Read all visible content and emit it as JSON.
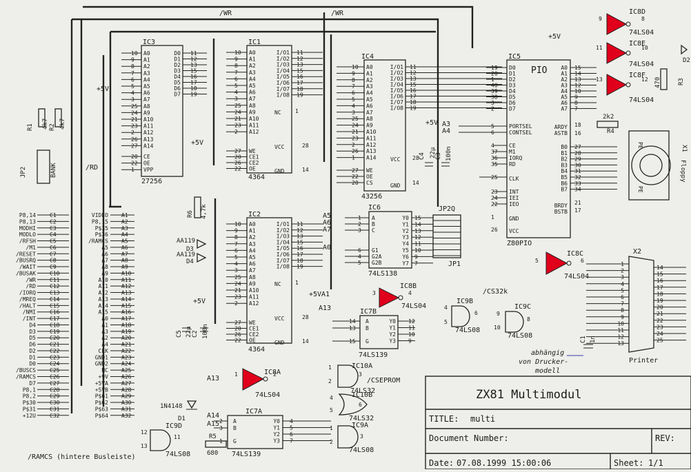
{
  "colors": {
    "paper": "#eeeeea",
    "ink": "#1a1a1a",
    "gate_fill": "#e0001b",
    "annotation_ink": "#3a3aa8"
  },
  "net_labels": {
    "wr_left": "/WR",
    "wr_right": "/WR",
    "rd": "/RD",
    "plus5v_top": "+5V",
    "plus5v_a": "+5V",
    "plus5v_b": "+5V",
    "plus5v_c": "+5V",
    "plus5v_d": "+5V",
    "plus5v_ic2": "+5V",
    "cs32k": "/CS32k",
    "cseprom": "/CSEPROM",
    "ramcs_rear": "/RAMCS (hintere Busleiste)",
    "a13": "A13",
    "a14": "A14",
    "a15": "A15",
    "a0": "A0",
    "a3": "A3",
    "a4": "A4",
    "a5": "A5",
    "a6": "A6",
    "a7": "A7",
    "a1": "A1",
    "a13b": "A13"
  },
  "chips": {
    "ic3": {
      "ref": "IC3",
      "part": "27256",
      "left_pins": [
        "A0",
        "A1",
        "A2",
        "A3",
        "A4",
        "A5",
        "A6",
        "A7",
        "A8",
        "A9",
        "A10",
        "A11",
        "A12",
        "A13",
        "A14"
      ],
      "left_nums": [
        "10",
        "9",
        "8",
        "7",
        "6",
        "5",
        "4",
        "3",
        "25",
        "24",
        "21",
        "23",
        "2",
        "26",
        "27"
      ],
      "right_pins": [
        "D0",
        "D1",
        "D2",
        "D3",
        "D4",
        "D5",
        "D6",
        "D7"
      ],
      "right_nums": [
        "11",
        "12",
        "13",
        "15",
        "16",
        "17",
        "18",
        "19"
      ],
      "ctrl_pins": [
        "CE",
        "OE",
        "VPP"
      ],
      "ctrl_nums": [
        "20",
        "22",
        "1"
      ]
    },
    "ic1": {
      "ref": "IC1",
      "part": "4364",
      "left_pins": [
        "A0",
        "A1",
        "A2",
        "A3",
        "A4",
        "A5",
        "A6",
        "A7",
        "A8",
        "A9",
        "A10",
        "A11",
        "A12"
      ],
      "left_nums": [
        "10",
        "9",
        "8",
        "7",
        "6",
        "5",
        "4",
        "3",
        "25",
        "24",
        "21",
        "23",
        "2"
      ],
      "right_pins": [
        "I/O1",
        "I/O2",
        "I/O3",
        "I/O4",
        "I/O5",
        "I/O6",
        "I/O7",
        "I/O8"
      ],
      "right_nums": [
        "11",
        "12",
        "13",
        "15",
        "16",
        "17",
        "18",
        "19"
      ],
      "nc": "NC",
      "vcc": "VCC",
      "gnd": "GND",
      "ctrl_pins": [
        "WE",
        "CE1",
        "CE2",
        "OE"
      ],
      "ctrl_nums": [
        "27",
        "20",
        "26",
        "22"
      ],
      "vcc_num": "28",
      "gnd_num": "14",
      "nc_num": "1"
    },
    "ic2": {
      "ref": "IC2",
      "part": "4364",
      "left_pins": [
        "A0",
        "A1",
        "A2",
        "A3",
        "A4",
        "A5",
        "A6",
        "A7",
        "A8",
        "A9",
        "A10",
        "A11",
        "A12"
      ],
      "left_nums": [
        "10",
        "9",
        "8",
        "7",
        "6",
        "5",
        "4",
        "3",
        "25",
        "24",
        "21",
        "23",
        "2"
      ],
      "right_pins": [
        "I/O1",
        "I/O2",
        "I/O3",
        "I/O4",
        "I/O5",
        "I/O6",
        "I/O7",
        "I/O8"
      ],
      "right_nums": [
        "11",
        "12",
        "13",
        "15",
        "16",
        "17",
        "18",
        "19"
      ],
      "nc": "NC",
      "vcc": "VCC",
      "gnd": "GND",
      "ctrl_pins": [
        "WE",
        "CE1",
        "CE2",
        "OE"
      ],
      "ctrl_nums": [
        "27",
        "20",
        "26",
        "22"
      ],
      "vcc_num": "28",
      "gnd_num": "14",
      "nc_num": "1"
    },
    "ic4": {
      "ref": "IC4",
      "part": "43256",
      "left_pins": [
        "A0",
        "A1",
        "A2",
        "A3",
        "A4",
        "A5",
        "A6",
        "A7",
        "A8",
        "A9",
        "A10",
        "A11",
        "A12",
        "A13",
        "A14"
      ],
      "left_nums": [
        "10",
        "9",
        "8",
        "7",
        "6",
        "5",
        "4",
        "3",
        "25",
        "24",
        "21",
        "23",
        "2",
        "26",
        "1"
      ],
      "right_pins": [
        "I/O1",
        "I/O2",
        "I/O3",
        "I/O4",
        "I/O5",
        "I/O6",
        "I/O7",
        "I/O8"
      ],
      "right_nums": [
        "11",
        "12",
        "13",
        "15",
        "16",
        "17",
        "18",
        "19"
      ],
      "vcc": "VCC",
      "gnd": "GND",
      "ctrl_pins": [
        "WE",
        "OE",
        "CS"
      ],
      "ctrl_nums": [
        "27",
        "22",
        "20"
      ],
      "vcc_num": "28",
      "gnd_num": "14"
    },
    "ic5": {
      "ref": "IC5",
      "title": "PIO",
      "part": "Z80PIO",
      "left_pins": [
        "D0",
        "D1",
        "D2",
        "D3",
        "D4",
        "D5",
        "D6",
        "D7"
      ],
      "left_nums": [
        "19",
        "20",
        "1",
        "40",
        "39",
        "38",
        "3",
        "2"
      ],
      "sel_pins": [
        "PORTSEL",
        "CONTSEL"
      ],
      "sel_nums": [
        "5",
        "6"
      ],
      "ctl_pins": [
        "CE",
        "M1",
        "IORQ",
        "RD"
      ],
      "ctl_nums": [
        "4",
        "37",
        "36",
        "35"
      ],
      "clk": "CLK",
      "clk_num": "25",
      "int_pins": [
        "INT",
        "IEI",
        "IEO"
      ],
      "int_nums": [
        "23",
        "24",
        "22"
      ],
      "gnd": "GND",
      "gnd_num": "1",
      "vcc": "VCC",
      "vcc_num": "26",
      "a_pins": [
        "A0",
        "A1",
        "A2",
        "A3",
        "A4",
        "A5",
        "A6",
        "A7"
      ],
      "a_nums": [
        "15",
        "14",
        "13",
        "12",
        "10",
        "9",
        "8",
        "7"
      ],
      "ardy": "ARDY",
      "astb": "ASTB",
      "ardy_nums": [
        "18",
        "16"
      ],
      "b_pins": [
        "B0",
        "B1",
        "B2",
        "B3",
        "B4",
        "B5",
        "B6",
        "B7"
      ],
      "b_nums": [
        "27",
        "28",
        "29",
        "30",
        "31",
        "32",
        "33",
        "34"
      ],
      "brdy": "BRDY",
      "bstb": "BSTB",
      "brdy_nums": [
        "21",
        "17"
      ]
    },
    "ic6": {
      "ref": "IC6",
      "part": "74LS138",
      "in_pins": [
        "A",
        "B",
        "C",
        "G1",
        "G2A",
        "G2B"
      ],
      "in_nums": [
        "1",
        "2",
        "3",
        "6",
        "4",
        "5"
      ],
      "out_pins": [
        "Y0",
        "Y1",
        "Y2",
        "Y3",
        "Y4",
        "Y5",
        "Y6",
        "Y7"
      ],
      "out_nums": [
        "15",
        "14",
        "13",
        "12",
        "11",
        "10",
        "9",
        "7"
      ]
    },
    "ic7b": {
      "ref": "IC7B",
      "part": "74LS139",
      "in_pins": [
        "A",
        "B",
        "G"
      ],
      "in_nums": [
        "14",
        "13",
        "15"
      ],
      "out_pins": [
        "Y0",
        "Y1",
        "Y2",
        "Y3"
      ],
      "out_nums": [
        "12",
        "11",
        "10",
        "9"
      ]
    },
    "ic7a": {
      "ref": "IC7A",
      "part": "74LS139",
      "in_pins": [
        "A",
        "B",
        "G"
      ],
      "in_nums": [
        "2",
        "3",
        "1"
      ],
      "out_pins": [
        "Y0",
        "Y1",
        "Y2",
        "Y3"
      ],
      "out_nums": [
        "4",
        "5",
        "6",
        "7"
      ]
    }
  },
  "gates": {
    "ic8d": {
      "ref": "IC8D",
      "part": "74LS04",
      "pins": [
        "9",
        "8"
      ]
    },
    "ic8e": {
      "ref": "IC8E",
      "part": "74LS04",
      "pins": [
        "11",
        "10"
      ]
    },
    "ic8f": {
      "ref": "IC8F",
      "part": "74LS04",
      "pins": [
        "13",
        "12"
      ]
    },
    "ic8c": {
      "ref": "IC8C",
      "part": "74LS04",
      "pins": [
        "5",
        "6"
      ]
    },
    "ic8b": {
      "ref": "IC8B",
      "part": "74LS04",
      "pins": [
        "3",
        "4"
      ]
    },
    "ic8a": {
      "ref": "IC8A",
      "part": "74LS04",
      "pins": [
        "1",
        "2"
      ]
    },
    "ic9b": {
      "ref": "IC9B",
      "part": "74LS08",
      "pins": [
        "4",
        "5",
        "6"
      ]
    },
    "ic9c": {
      "ref": "IC9C",
      "part": "74LS08",
      "pins": [
        "9",
        "10",
        "8"
      ]
    },
    "ic9d": {
      "ref": "IC9D",
      "part": "74LS08",
      "pins": [
        "12",
        "13",
        "11"
      ]
    },
    "ic10a": {
      "ref": "IC10A",
      "part": "",
      "pins": [
        "1",
        "2",
        "3"
      ]
    },
    "ic10b": {
      "ref": "IC10B",
      "part": "74LS32",
      "pins": [
        "4",
        "5",
        "6"
      ]
    },
    "ic9a": {
      "ref": "IC9A",
      "part": "74LS08",
      "pins": [
        "1",
        "2",
        "3"
      ]
    }
  },
  "ic10a_part": "74LS32",
  "passives": {
    "r1": "R1",
    "r1v": "4k7",
    "r2": "R2",
    "r2v": "4k7",
    "r3": "R3",
    "r3v": "470",
    "r4": "R4",
    "r4v": "2k2",
    "r5": "R5",
    "r5v": "680",
    "r6": "R6",
    "r6v": "4,7k",
    "c1": "C1",
    "c1v": "1n",
    "c2": "C2",
    "c2v": "100n",
    "c3": "C3",
    "c3v": "100n",
    "c4": "C4",
    "c4v": "22µ",
    "c5": "C5",
    "c5v": "22µ",
    "d1": "D1",
    "d1t": "1N4148",
    "d2": "D2",
    "d3": "D3",
    "d3t": "AA119",
    "d4": "D4",
    "d4t": "AA119",
    "jp2": "JP2",
    "bank": "BANK",
    "jp2q": "JP2Q",
    "jp1": "JP1",
    "x1": "X1",
    "floppy": "Floppy",
    "pe": "PE",
    "x2": "X2",
    "printer": "Printer"
  },
  "bus_left": [
    {
      "sig": "P8,14",
      "pin": "C1"
    },
    {
      "sig": "P8,13",
      "pin": "C2"
    },
    {
      "sig": "MODHI",
      "pin": "C3"
    },
    {
      "sig": "MODLO",
      "pin": "C4"
    },
    {
      "sig": "/RFSH",
      "pin": "C5"
    },
    {
      "sig": "/M1",
      "pin": "C6"
    },
    {
      "sig": "/RESET",
      "pin": "C7"
    },
    {
      "sig": "/BUSRQ",
      "pin": "C8"
    },
    {
      "sig": "/WAIT",
      "pin": "C9"
    },
    {
      "sig": "/BUSAK",
      "pin": "C10"
    },
    {
      "sig": "/WR",
      "pin": "C11"
    },
    {
      "sig": "/RD",
      "pin": "C12"
    },
    {
      "sig": "/IORQ",
      "pin": "C13"
    },
    {
      "sig": "/MREQ",
      "pin": "C14"
    },
    {
      "sig": "/HALT",
      "pin": "C15"
    },
    {
      "sig": "/NMI",
      "pin": "C16"
    },
    {
      "sig": "/INT",
      "pin": "C17"
    },
    {
      "sig": "D4",
      "pin": "C18"
    },
    {
      "sig": "D3",
      "pin": "C19"
    },
    {
      "sig": "D5",
      "pin": "C20"
    },
    {
      "sig": "D6",
      "pin": "C21"
    },
    {
      "sig": "D2",
      "pin": "C22"
    },
    {
      "sig": "D1",
      "pin": "C23"
    },
    {
      "sig": "D0",
      "pin": "C24"
    },
    {
      "sig": "/BUSCS",
      "pin": "C25"
    },
    {
      "sig": "/RAMCS",
      "pin": "C26"
    },
    {
      "sig": "D7",
      "pin": "C27"
    },
    {
      "sig": "P8,1",
      "pin": "C28"
    },
    {
      "sig": "P8,2",
      "pin": "C29"
    },
    {
      "sig": "P$30",
      "pin": "C30"
    },
    {
      "sig": "P$31",
      "pin": "C31"
    },
    {
      "sig": "+12U",
      "pin": "C32"
    }
  ],
  "bus_right": [
    {
      "sig": "VIDEO",
      "pin": "A1"
    },
    {
      "sig": "P8,15",
      "pin": "A2"
    },
    {
      "sig": "P$35",
      "pin": "A3"
    },
    {
      "sig": "P$36",
      "pin": "A4"
    },
    {
      "sig": "/RAMCS",
      "pin": "A5"
    },
    {
      "sig": "A5",
      "pin": "A6"
    },
    {
      "sig": "A6",
      "pin": "A7"
    },
    {
      "sig": "A7",
      "pin": "A8"
    },
    {
      "sig": "A8",
      "pin": "A9"
    },
    {
      "sig": "A9",
      "pin": "A10"
    },
    {
      "sig": "A10",
      "pin": "A11"
    },
    {
      "sig": "A11",
      "pin": "A12"
    },
    {
      "sig": "A12",
      "pin": "A13"
    },
    {
      "sig": "A13",
      "pin": "A14"
    },
    {
      "sig": "A14",
      "pin": "A15"
    },
    {
      "sig": "A15",
      "pin": "A16"
    },
    {
      "sig": "A0",
      "pin": "A17"
    },
    {
      "sig": "A1",
      "pin": "A18"
    },
    {
      "sig": "A3",
      "pin": "A19"
    },
    {
      "sig": "A2",
      "pin": "A20"
    },
    {
      "sig": "A4",
      "pin": "A21"
    },
    {
      "sig": "CLK",
      "pin": "A22"
    },
    {
      "sig": "GND1",
      "pin": "A23"
    },
    {
      "sig": "GND2",
      "pin": "A24"
    },
    {
      "sig": "NC",
      "pin": "A25"
    },
    {
      "sig": "+9V",
      "pin": "A26"
    },
    {
      "sig": "+5VA",
      "pin": "A27"
    },
    {
      "sig": "+5VB",
      "pin": "A28"
    },
    {
      "sig": "P$61",
      "pin": "A29"
    },
    {
      "sig": "P$62",
      "pin": "A30"
    },
    {
      "sig": "P$63",
      "pin": "A31"
    },
    {
      "sig": "P$64",
      "pin": "A32"
    }
  ],
  "x2_pins_left": [
    "1",
    "2",
    "3",
    "4",
    "5",
    "6",
    "7",
    "8",
    "9",
    "10",
    "11",
    "12",
    "13"
  ],
  "x2_pins_right": [
    "14",
    "15",
    "16",
    "17",
    "18",
    "19",
    "20",
    "21",
    "22",
    "23",
    "24",
    "25"
  ],
  "annotation": {
    "line1": "abhängig",
    "line2": "von Drucker-",
    "line3": "modell"
  },
  "title_block": {
    "project": "ZX81 Multimodul",
    "title_label": "TITLE:",
    "title_value": "multi",
    "docnum_label": "Document Number:",
    "rev_label": "REV:",
    "date_label": "Date:",
    "date_value": "07.08.1999 15:00:06",
    "sheet_label": "Sheet:",
    "sheet_value": "1/1"
  }
}
